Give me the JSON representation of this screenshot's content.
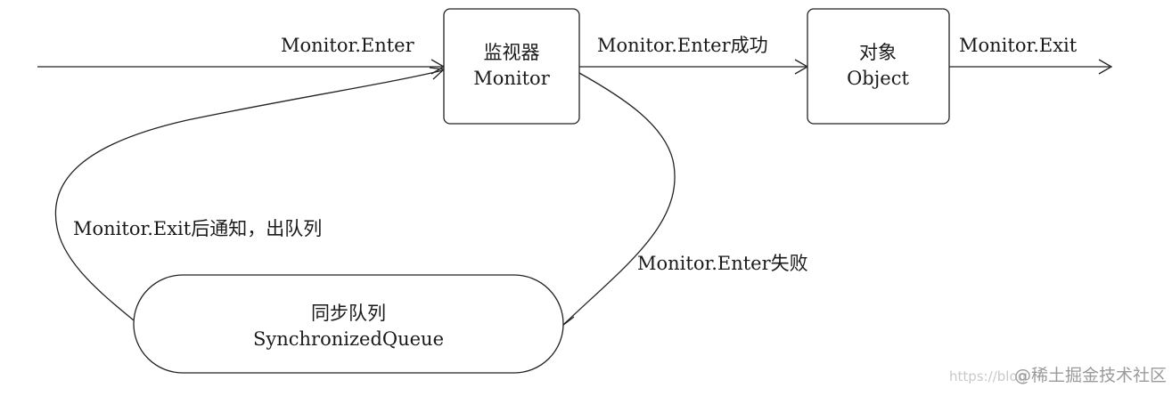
{
  "nodes": {
    "monitor": {
      "line1": "监视器",
      "line2": "Monitor"
    },
    "object": {
      "line1": "对象",
      "line2": "Object"
    },
    "queue": {
      "line1": "同步队列",
      "line2": "SynchronizedQueue"
    }
  },
  "edges": {
    "enter": "Monitor.Enter",
    "enter_success": "Monitor.Enter成功",
    "exit": "Monitor.Exit",
    "enter_fail": "Monitor.Enter失败",
    "exit_notify": "Monitor.Exit后通知，出队列"
  },
  "watermark": {
    "text": "@稀土掘金技术社区",
    "faint_text": "https://blog"
  }
}
